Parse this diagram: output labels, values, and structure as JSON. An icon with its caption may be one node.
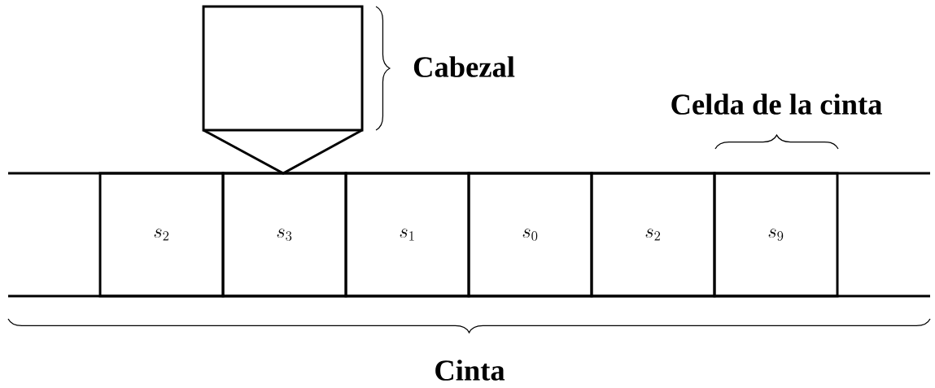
{
  "diagram": {
    "nodes": [
      {
        "text": [],
        "shape": "box"
      },
      {
        "text": [
          "s_2"
        ]
      },
      {
        "text": [
          "s_3"
        ]
      },
      {
        "text": [
          "s_1"
        ]
      },
      {
        "text": [
          "s_0"
        ]
      },
      {
        "text": [
          "s_2"
        ]
      },
      {
        "text": [
          "s_9"
        ]
      }
    ],
    "labels": [
      "Cabezal",
      "Celda de la cinta",
      "Cinta"
    ]
  }
}
